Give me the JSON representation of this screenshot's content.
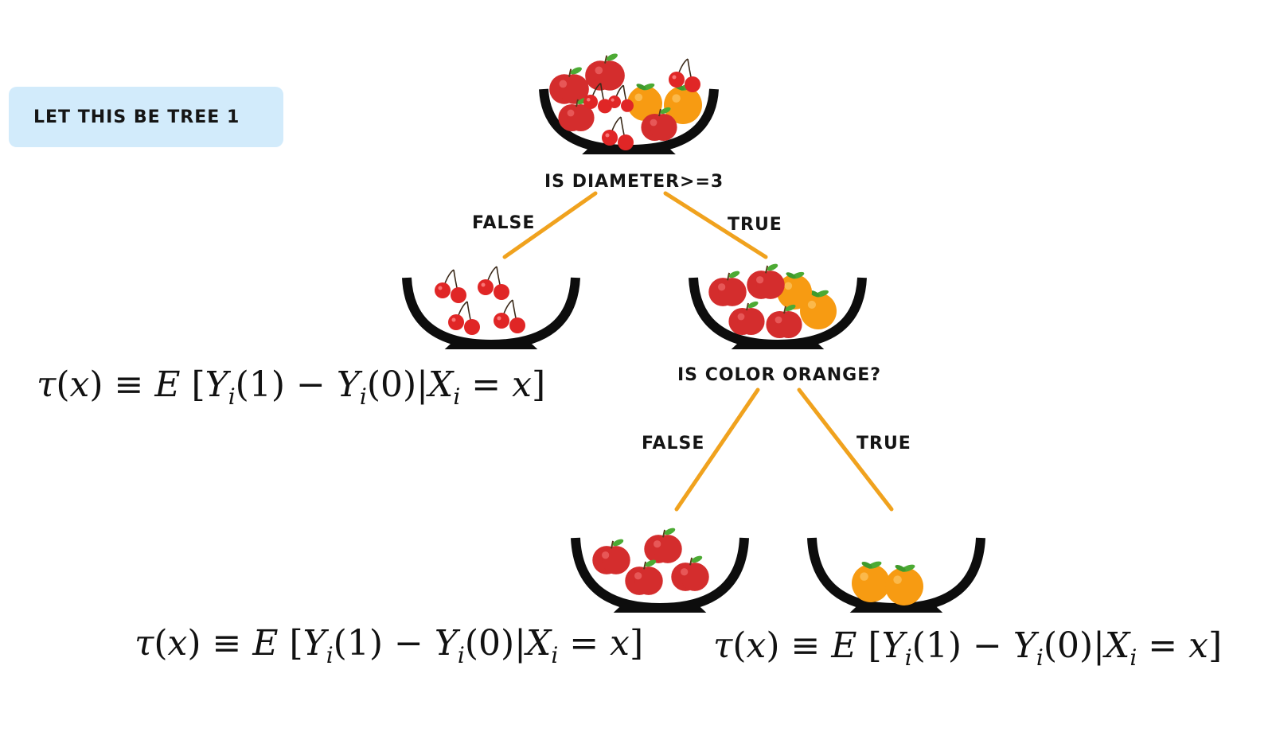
{
  "badge": {
    "text": "LET THIS BE TREE 1"
  },
  "tree": {
    "root_question": "IS DIAMETER>=3",
    "root_false": "FALSE",
    "root_true": "TRUE",
    "second_question": "IS COLOR ORANGE?",
    "second_false": "FALSE",
    "second_true": "TRUE"
  },
  "formula": {
    "tau": "τ",
    "x": "x",
    "equiv": " ≡ ",
    "E": "E",
    "Y": "Y",
    "i": "i",
    "one": "(1) − ",
    "zero": "(0)|",
    "X": "X",
    "eq": " = ",
    "open_paren": "(",
    "close_paren": ")",
    "open_bracket": " [",
    "close_bracket": "]"
  },
  "colors": {
    "branch": "#f0a21e",
    "bowl": "#0d0d0d",
    "apple": "#d42d2d",
    "cherry": "#e02626",
    "orange": "#f79b12",
    "leaf": "#4caa34",
    "badge_bg": "#d2ebfb"
  },
  "icons": [
    "fruit-bowl-icon",
    "apple-icon",
    "cherry-icon",
    "orange-icon"
  ]
}
